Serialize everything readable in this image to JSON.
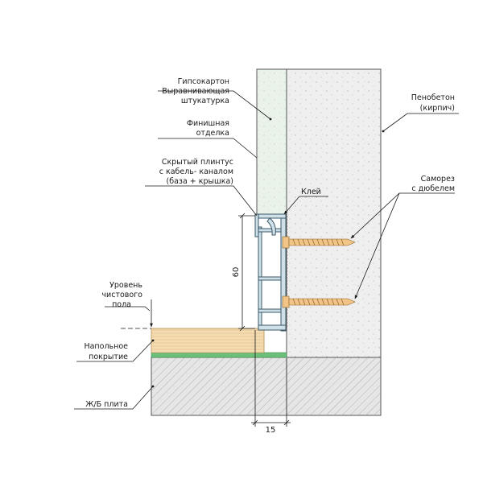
{
  "labels": {
    "drywall": "Гипсокартон",
    "plaster_1": "Выравнивающая",
    "plaster_2": "штукатурка",
    "finish_1": "Финишная",
    "finish_2": "отделка",
    "plinth_1": "Скрытый плинтус",
    "plinth_2": "с кабель- каналом",
    "plinth_3": "(база + крышка)",
    "glue": "Клей",
    "floor_level_1": "Уровень",
    "floor_level_2": "чистового",
    "floor_level_3": "пола",
    "floor_cover_1": "Напольное",
    "floor_cover_2": "покрытие",
    "slab": "Ж/Б плита",
    "foam_1": "Пенобетон",
    "foam_2": "(кирпич)",
    "screw_1": "Саморез",
    "screw_2": "с дюбелем"
  },
  "dimensions": {
    "height": "60",
    "width": "15"
  },
  "colors": {
    "wall": "#efefef",
    "drywall": "#eaf3ea",
    "slab": "#e6e6e6",
    "wood": "#f4dcb2",
    "underlay": "#6cc07a",
    "profile": "#cfe0e8",
    "screw": "#f2c487"
  }
}
